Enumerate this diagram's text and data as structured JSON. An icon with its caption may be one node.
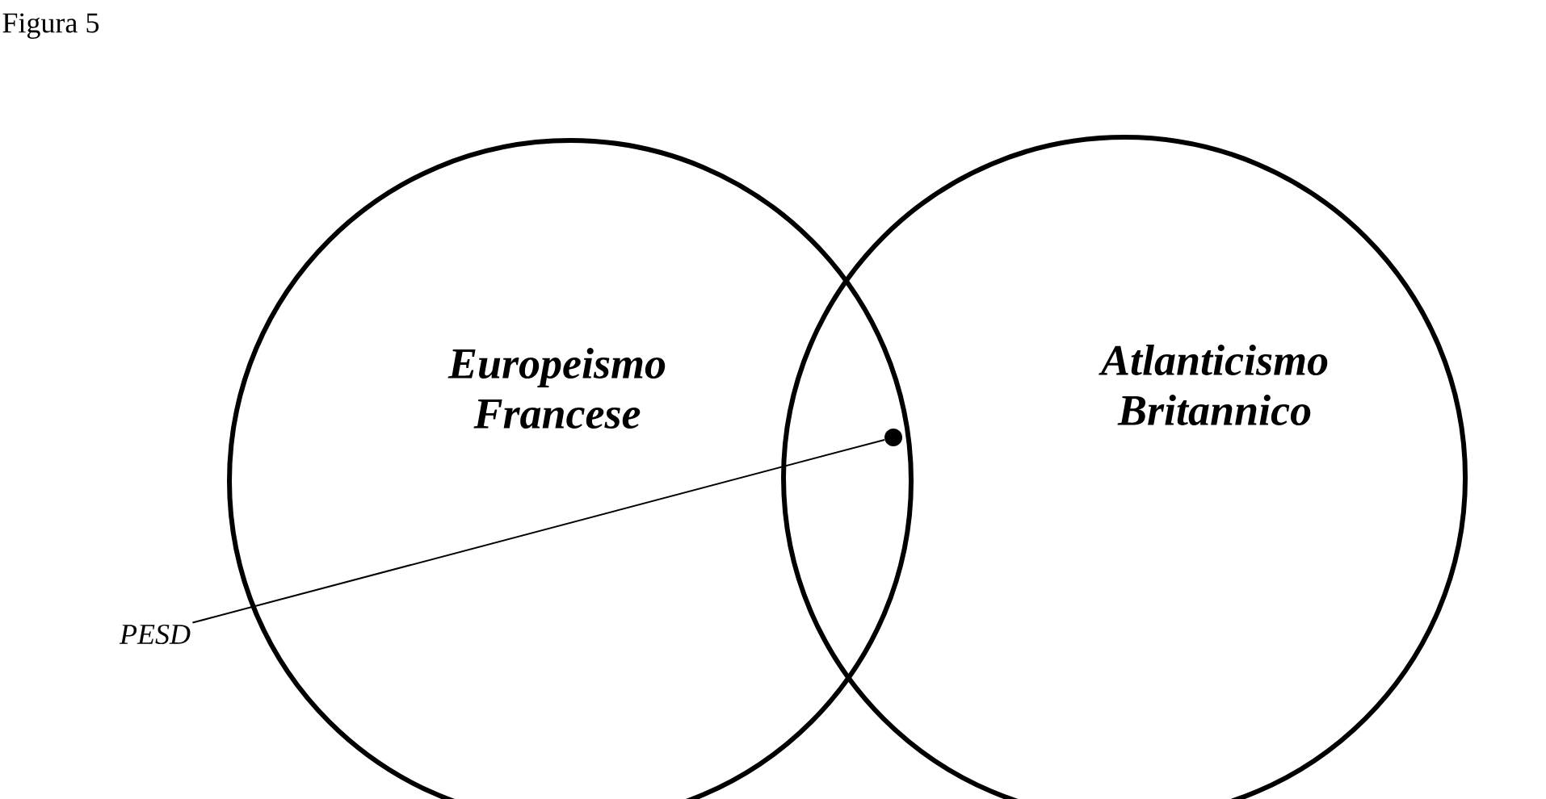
{
  "diagram": {
    "title": "Figura 5",
    "nodes": [
      {
        "text": [
          "Europeismo Francese"
        ]
      },
      {
        "text": [
          "Atlanticismo Britannico"
        ]
      },
      {
        "text": [
          "PESD"
        ]
      },
      {
        "text": [],
        "shape": "circle"
      }
    ],
    "edges": [
      {
        "from": 2,
        "to": 3,
        "arrow": "none"
      }
    ]
  }
}
